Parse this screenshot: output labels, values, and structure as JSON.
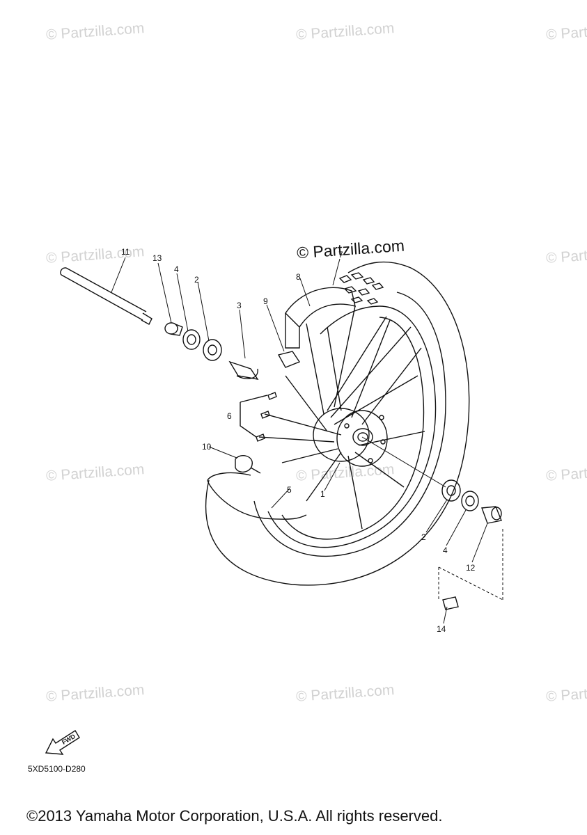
{
  "watermark": "© Partzilla.com",
  "diagram_code": "5XD5100-D280",
  "fwd_label": "FWD",
  "copyright": "©2013 Yamaha Motor Corporation, U.S.A. All rights reserved.",
  "callouts": {
    "c1": "1",
    "c2a": "2",
    "c2b": "2",
    "c3": "3",
    "c4a": "4",
    "c4b": "4",
    "c5": "5",
    "c6": "6",
    "c7": "7",
    "c8": "8",
    "c9": "9",
    "c10": "10",
    "c11": "11",
    "c12": "12",
    "c13": "13",
    "c14": "14"
  }
}
